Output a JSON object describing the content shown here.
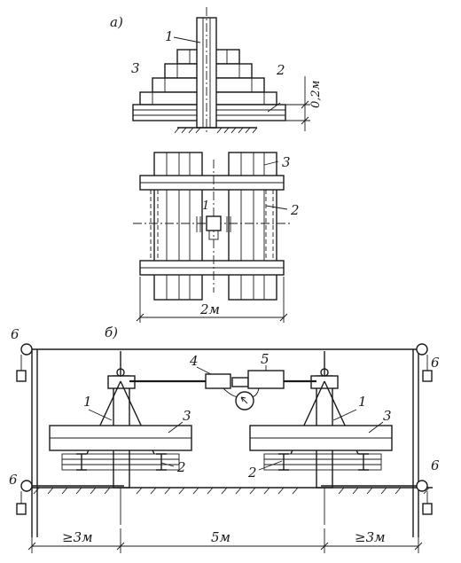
{
  "panel_a": {
    "label": "а)",
    "callouts": {
      "c1": "1",
      "c2": "2",
      "c3": "3"
    },
    "height_dim": "0,2м",
    "width_dim": "2м",
    "plan_callouts": {
      "c3": "3",
      "c2": "2",
      "c1": "1"
    }
  },
  "panel_b": {
    "label": "б)",
    "callouts": {
      "n1l": "1",
      "n1r": "1",
      "n2l": "2",
      "n2r": "2",
      "n3l": "3",
      "n3r": "3",
      "n4": "4",
      "n5": "5",
      "n6a": "6",
      "n6b": "6",
      "n6c": "6",
      "n6d": "6"
    },
    "dims": {
      "left": "≥3м",
      "middle": "5м",
      "right": "≥3м"
    }
  }
}
